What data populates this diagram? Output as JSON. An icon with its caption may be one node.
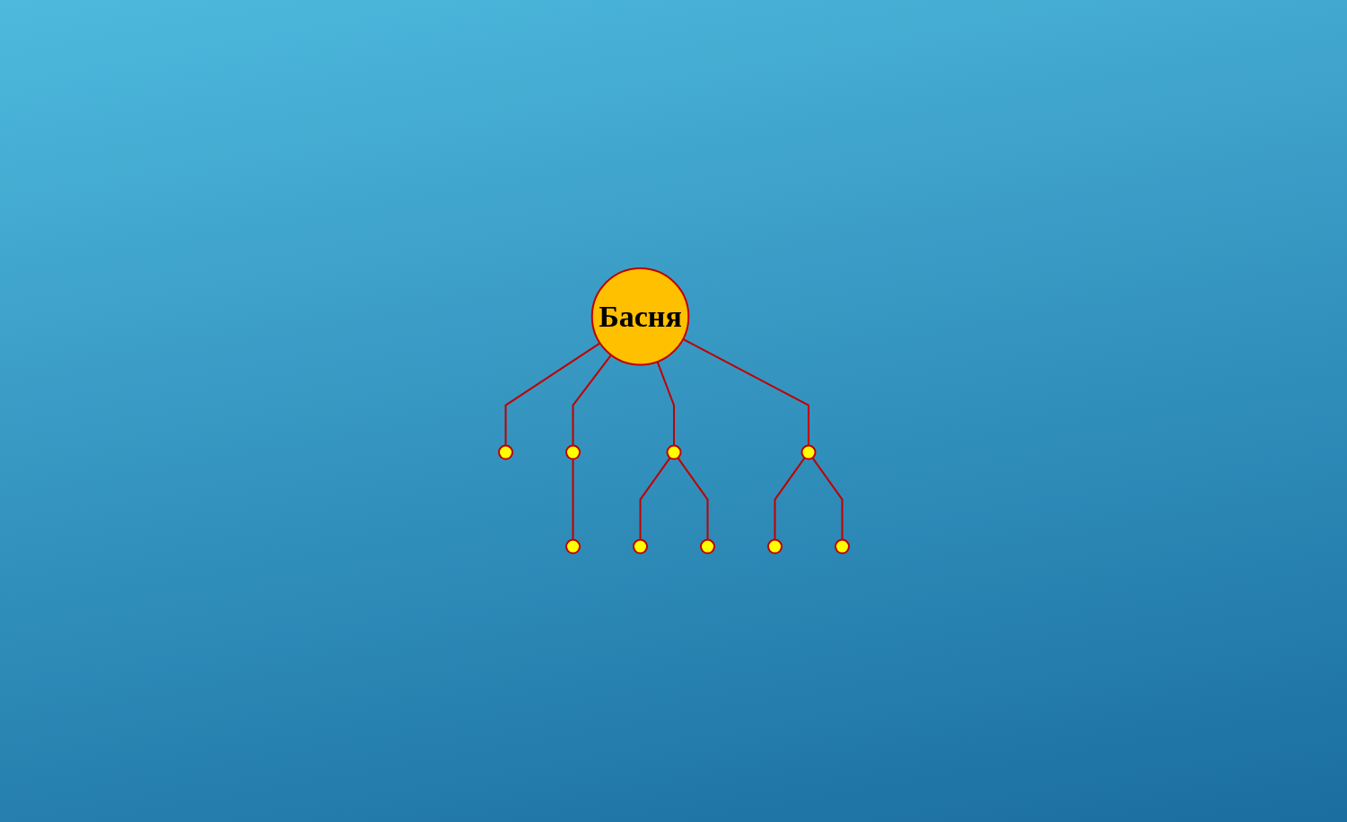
{
  "diagram": {
    "nodes": [
      {
        "text": [
          "Басня"
        ]
      },
      {
        "text": [],
        "shape": "ellipse"
      },
      {
        "text": [],
        "shape": "ellipse"
      },
      {
        "text": [],
        "shape": "ellipse"
      },
      {
        "text": [],
        "shape": "ellipse"
      },
      {
        "text": [],
        "shape": "ellipse"
      },
      {
        "text": [],
        "shape": "ellipse"
      },
      {
        "text": [],
        "shape": "ellipse"
      },
      {
        "text": [],
        "shape": "ellipse"
      },
      {
        "text": [],
        "shape": "ellipse"
      }
    ],
    "edges": [
      {
        "from": 0,
        "to": 1,
        "arrow": "none"
      },
      {
        "from": 0,
        "to": 2,
        "arrow": "none"
      },
      {
        "from": 0,
        "to": 5,
        "arrow": "none"
      },
      {
        "from": 0,
        "to": 4,
        "arrow": "none"
      },
      {
        "from": 2,
        "to": 3,
        "arrow": "none"
      },
      {
        "from": 5,
        "to": 8,
        "arrow": "none"
      },
      {
        "from": 5,
        "to": 9,
        "arrow": "none"
      },
      {
        "from": 4,
        "to": 6,
        "arrow": "none"
      },
      {
        "from": 4,
        "to": 7,
        "arrow": "none"
      }
    ]
  }
}
